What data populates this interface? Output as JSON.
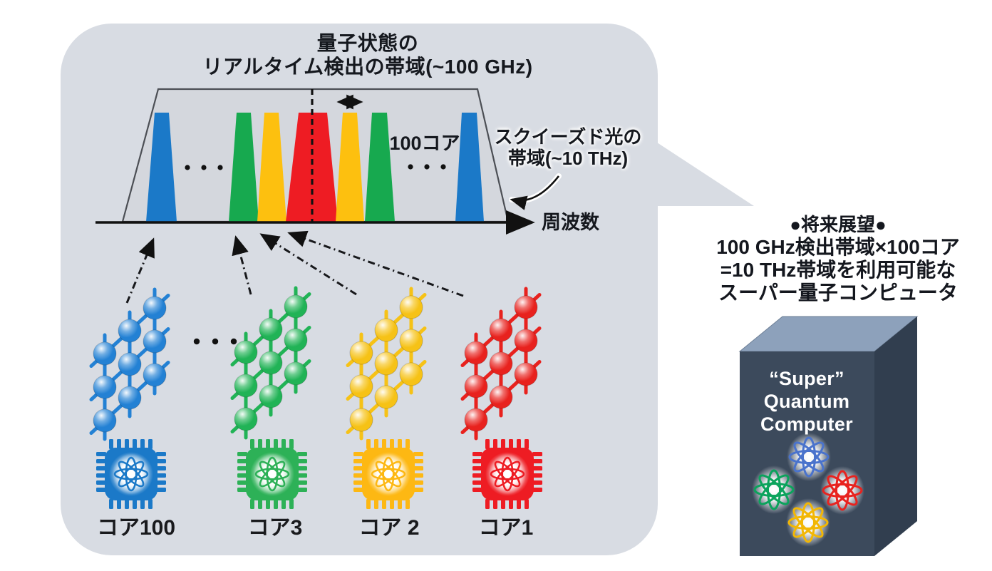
{
  "bubble": {
    "title_line1": "量子状態の",
    "title_line2": "リアルタイム検出の帯域(~100 GHz)",
    "cores_count_label": "100コア",
    "squeezed_line1": "スクイーズド光の",
    "squeezed_line2": "帯域(~10 THz)",
    "axis_label": "周波数",
    "spectrum_peaks": [
      "blue",
      "green",
      "yellow",
      "red",
      "yellow",
      "green",
      "blue"
    ]
  },
  "cores": [
    {
      "name": "core-100",
      "label": "コア100",
      "color": "#1b79c8"
    },
    {
      "name": "core-3",
      "label": "コア3",
      "color": "#17a94f"
    },
    {
      "name": "core-2",
      "label": "コア 2",
      "color": "#fdb813"
    },
    {
      "name": "core-1",
      "label": "コア1",
      "color": "#ee1c23"
    }
  ],
  "future": {
    "heading": "●将来展望●",
    "line1": "100 GHz検出帯域×100コア",
    "line2": "=10 THz帯域を利用可能な",
    "line3": "スーパー量子コンピュータ",
    "computer_label_line1": "“Super”",
    "computer_label_line2": "Quantum",
    "computer_label_line3": "Computer"
  },
  "colors": {
    "blue": "#1b79c8",
    "green": "#17a94f",
    "yellow": "#fdc00f",
    "red": "#ee1c23",
    "bubble_fill": "#d8dce3",
    "trapezoid_fill": "#d4d7dd",
    "box_front": "#3c4a5c",
    "box_top": "#8da1bb",
    "box_right": "#313e4f",
    "text_dark": "#15181e"
  }
}
